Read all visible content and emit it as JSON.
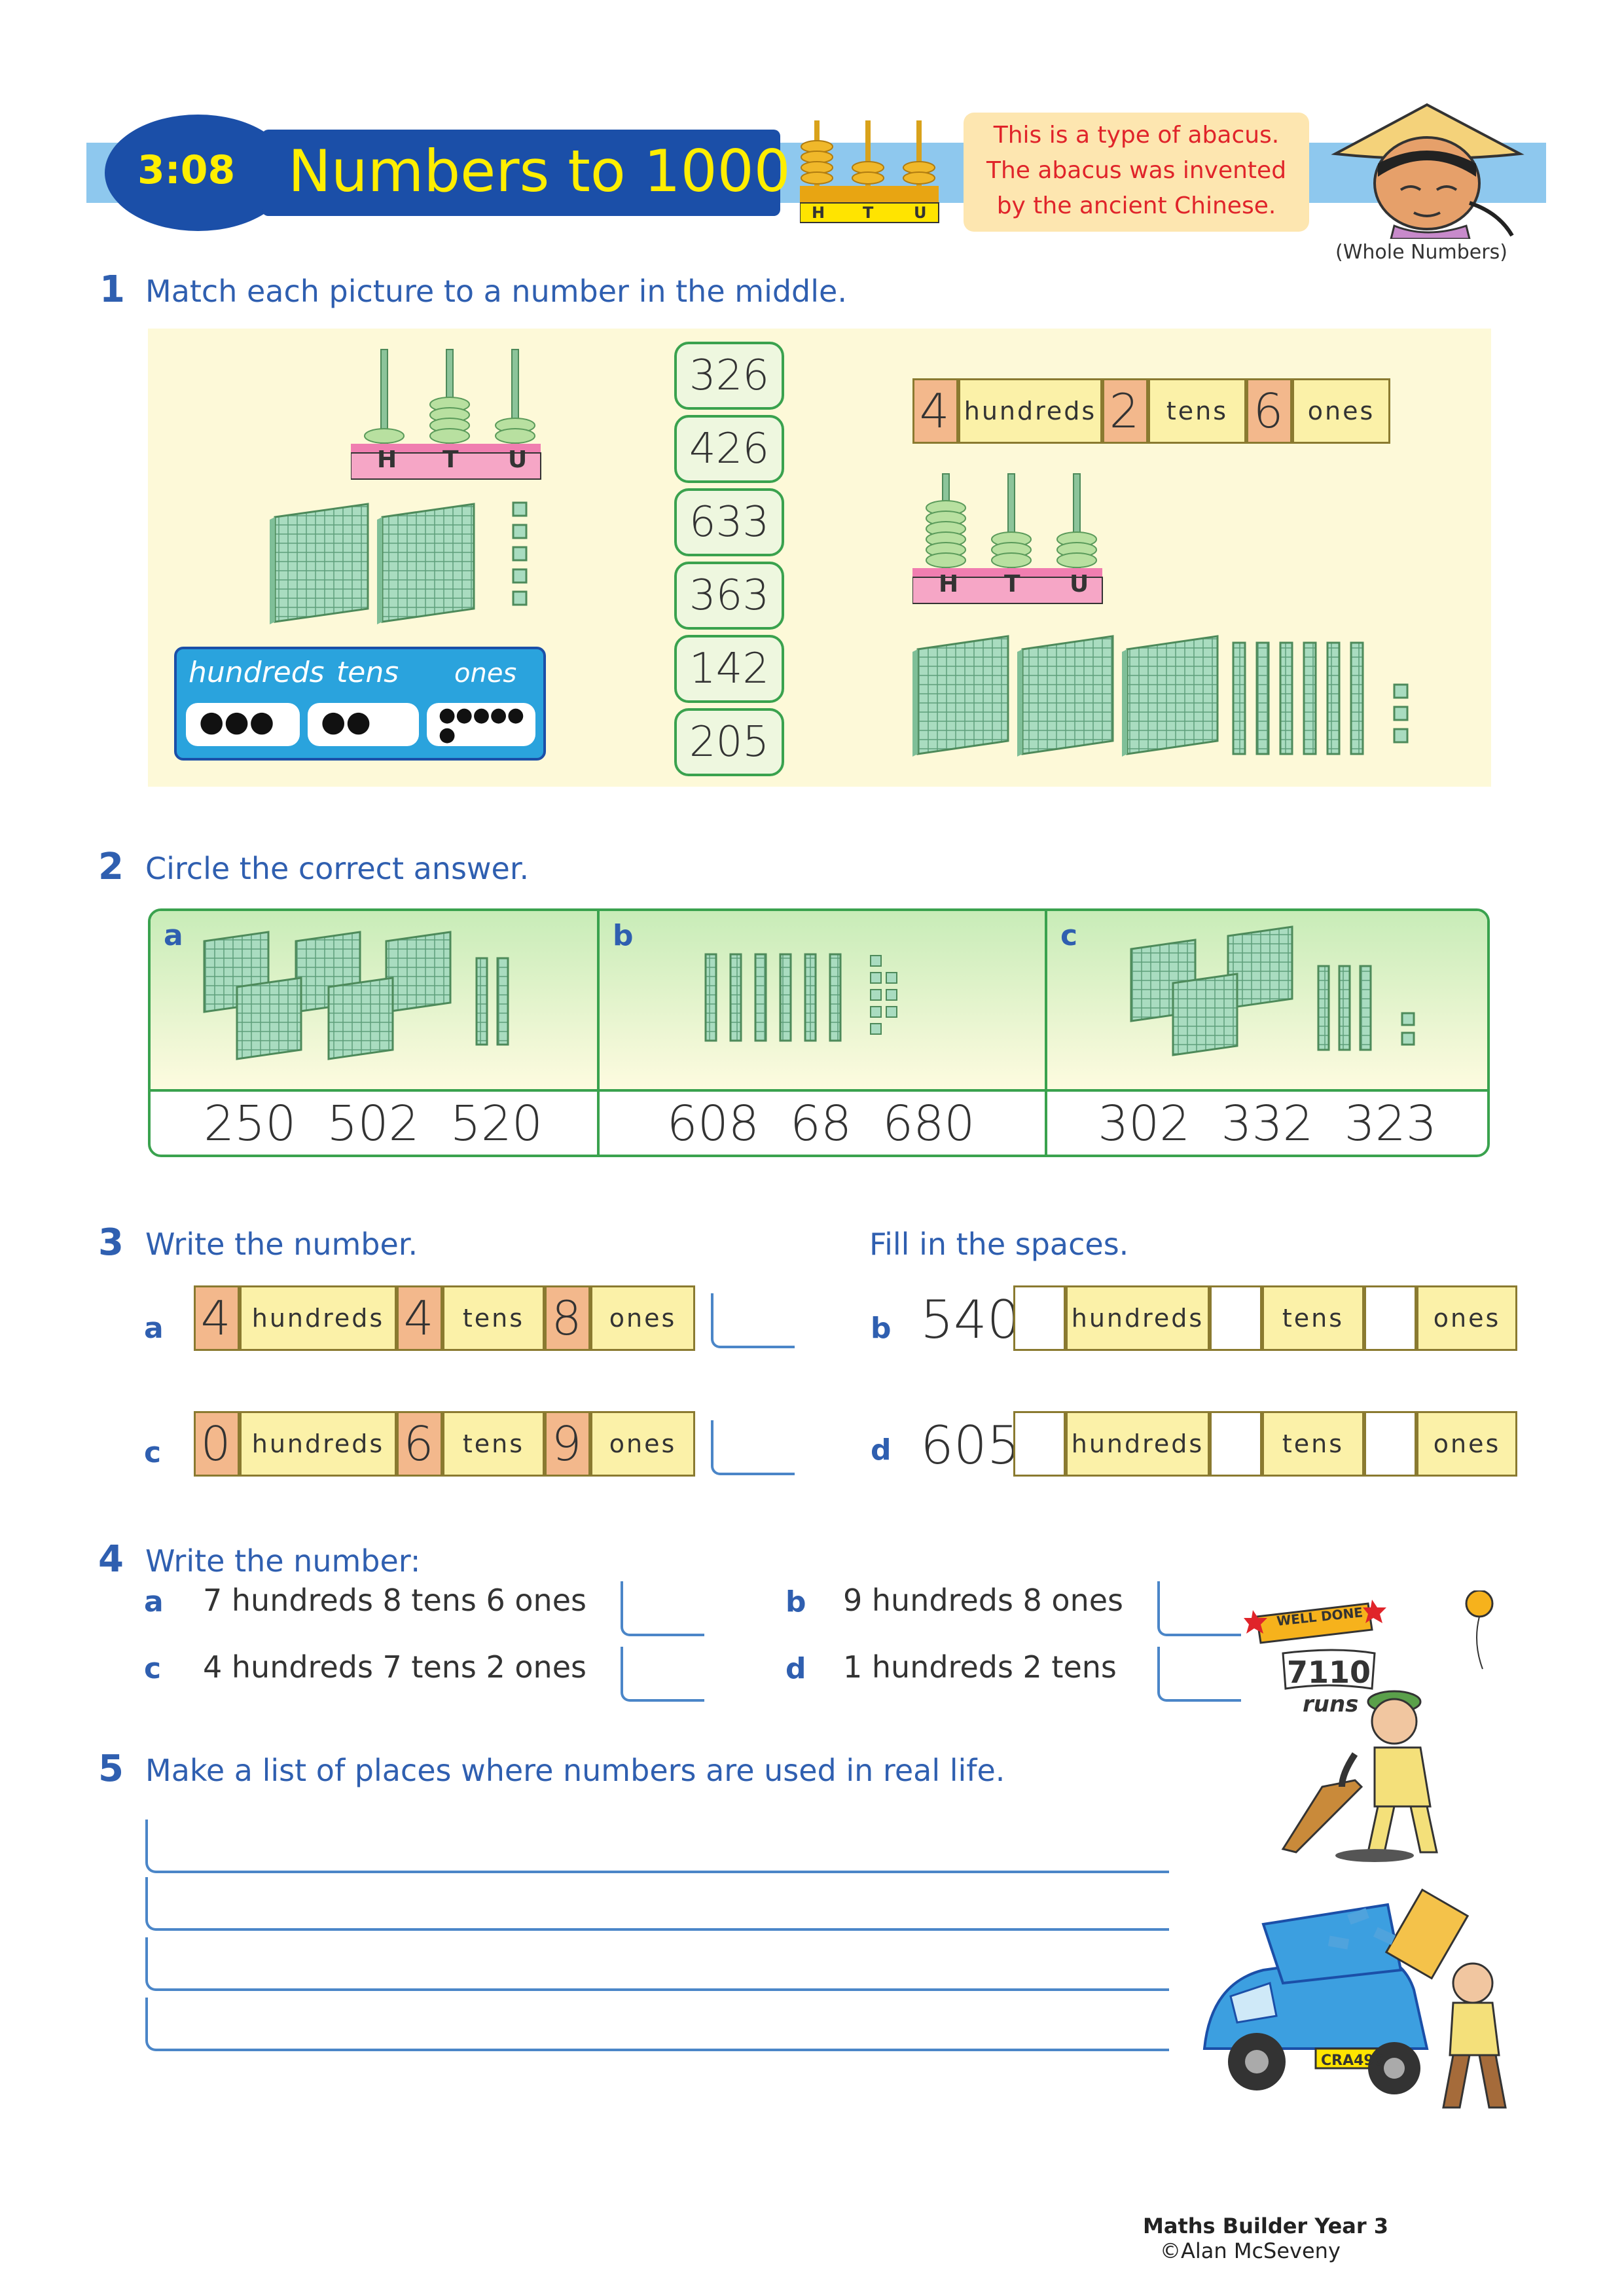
{
  "header": {
    "lesson_number": "3:08",
    "title": "Numbers to 1000",
    "abacus_labels": [
      "H",
      "T",
      "U"
    ],
    "fact_box": [
      "This is a type of abacus.",
      "The abacus was invented",
      "by the ancient Chinese."
    ],
    "category": "(Whole Numbers)"
  },
  "q1": {
    "number": "1",
    "instruction": "Match each picture to a number in the middle.",
    "abacus_labels": [
      "H",
      "T",
      "U"
    ],
    "place_labels": [
      "hundreds",
      "tens",
      "ones"
    ],
    "numbers": [
      "326",
      "426",
      "633",
      "363",
      "142",
      "205"
    ],
    "strip": {
      "hundreds": "4",
      "tens": "2",
      "ones": "6",
      "labels": [
        "hundreds",
        "tens",
        "ones"
      ]
    }
  },
  "q2": {
    "number": "2",
    "instruction": "Circle the correct answer.",
    "parts": [
      {
        "label": "a",
        "choices": "250  502  520"
      },
      {
        "label": "b",
        "choices": "608  68  680"
      },
      {
        "label": "c",
        "choices": "302  332  323"
      }
    ]
  },
  "q3": {
    "number": "3",
    "instruction": "Write the number.",
    "instruction_right": "Fill in the spaces.",
    "labels": [
      "hundreds",
      "tens",
      "ones"
    ],
    "a": {
      "label": "a",
      "hundreds": "4",
      "tens": "4",
      "ones": "8"
    },
    "c": {
      "label": "c",
      "hundreds": "0",
      "tens": "6",
      "ones": "9"
    },
    "b": {
      "label": "b",
      "value": "540"
    },
    "d": {
      "label": "d",
      "value": "605"
    }
  },
  "q4": {
    "number": "4",
    "instruction": "Write the number:",
    "items": [
      {
        "label": "a",
        "text": "7 hundreds 8 tens 6 ones"
      },
      {
        "label": "b",
        "text": "9 hundreds 8 ones"
      },
      {
        "label": "c",
        "text": "4 hundreds 7 tens 2 ones"
      },
      {
        "label": "d",
        "text": "1 hundreds 2 tens"
      }
    ]
  },
  "q5": {
    "number": "5",
    "instruction": "Make a list of places where numbers are used in real life."
  },
  "cartoons": {
    "cricket_sign": [
      "WELL DONE",
      "7110",
      "runs"
    ],
    "car_plate": "CRA498"
  },
  "footer": {
    "book": "Maths Builder Year 3",
    "author": "©Alan McSeveny"
  },
  "colors": {
    "header_band": "#8ec8ee",
    "title_blue": "#1b4fa8",
    "title_yellow": "#ffee00",
    "q1_panel": "#fdf9d8",
    "green_border": "#3aa24e",
    "place_value_label": "#fbf1a8",
    "place_value_digit": "#f3b88c",
    "block_green": "#a9dcc0",
    "text_blue": "#2f5fb0"
  }
}
